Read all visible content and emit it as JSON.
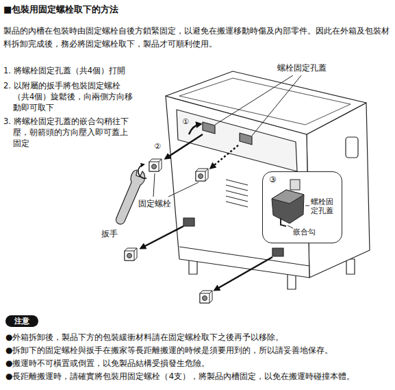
{
  "diagram": {
    "title": "■包裝用固定螺栓取下的方法",
    "nodes": [
      {
        "text": [
          "③",
          "螺栓固定孔蓋",
          "嵌合勾"
        ]
      },
      {
        "text": [
          "注意"
        ]
      }
    ],
    "labels": [
      "製品的內槽在包裝時由固定螺栓自後方鎖緊固定，以避免在搬運移動時傷及內部零件。因此在外箱及包裝材料拆卸完成後，務必將固定螺栓取下，製品才可順利使用。",
      "1. 將螺栓固定孔蓋（共4個）打開",
      "2. 以附屬的扳手將包裝固定螺栓（共4個）旋鬆後，向兩側方向移動即可取下",
      "3. 將螺栓固定孔蓋的嵌合勾稍往下壓，朝箭頭的方向壓入即可蓋上固定",
      "螺栓固定孔蓋",
      "①",
      "②",
      "固定螺栓",
      "扳手",
      "●外箱拆卸後，製品下方的包裝緩衝材料請在固定螺栓取下之後再予以移除。",
      "●拆卸下的固定螺栓與扳手在搬家等長距離搬運的時候是須要用到的，所以請妥善地保存。",
      "●搬運時不可橫置或倒置，以免製品結構受損發生危險。",
      "●長距離搬運時，請確實將包裝用固定螺栓（4支），將製品內槽固定，以免在搬運時碰撞本體。"
    ]
  }
}
